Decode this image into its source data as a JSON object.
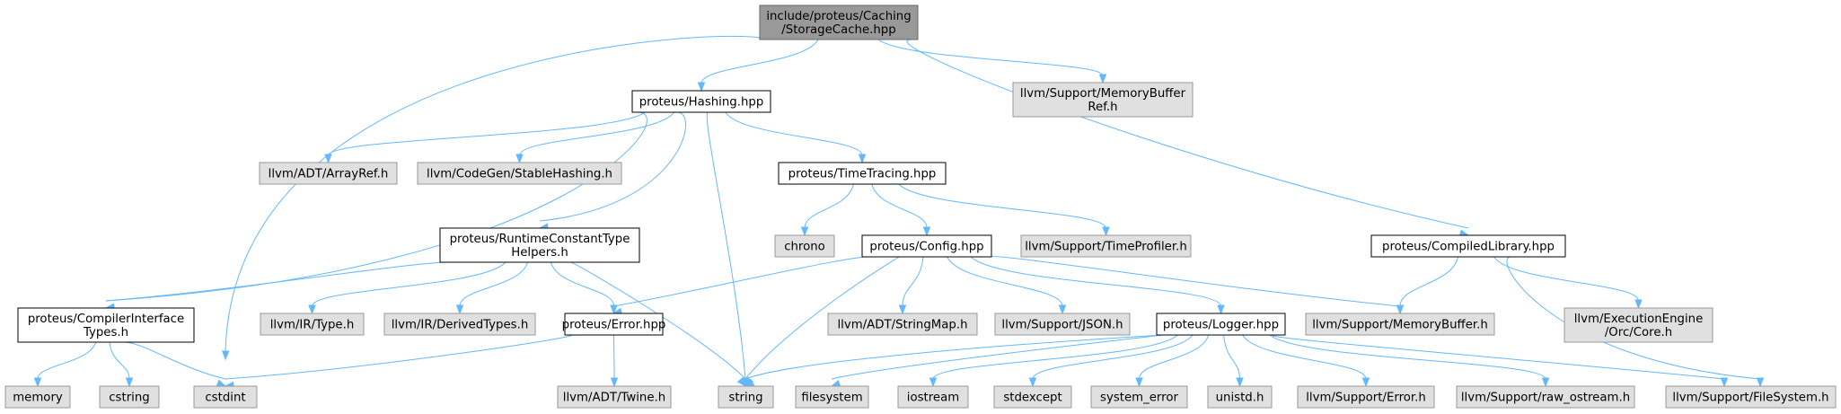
{
  "colors": {
    "root_fill": "#999999",
    "root_stroke": "#666666",
    "internal_fill": "#ffffff",
    "internal_stroke": "#000000",
    "external_fill": "#e0e0e0",
    "external_stroke": "#999999",
    "edge": "#63b8ff"
  },
  "nodes": [
    {
      "id": "storagecache",
      "kind": "root",
      "lines": [
        "include/proteus/Caching",
        "/StorageCache.hpp"
      ]
    },
    {
      "id": "hashing",
      "kind": "internal",
      "lines": [
        "proteus/Hashing.hpp"
      ]
    },
    {
      "id": "memorybufferref",
      "kind": "external",
      "lines": [
        "llvm/Support/MemoryBuffer",
        "Ref.h"
      ]
    },
    {
      "id": "arrayref",
      "kind": "external",
      "lines": [
        "llvm/ADT/ArrayRef.h"
      ]
    },
    {
      "id": "stablehashing",
      "kind": "external",
      "lines": [
        "llvm/CodeGen/StableHashing.h"
      ]
    },
    {
      "id": "timetracing",
      "kind": "internal",
      "lines": [
        "proteus/TimeTracing.hpp"
      ]
    },
    {
      "id": "chrono",
      "kind": "external",
      "lines": [
        "chrono"
      ]
    },
    {
      "id": "config",
      "kind": "internal",
      "lines": [
        "proteus/Config.hpp"
      ]
    },
    {
      "id": "timeprofiler",
      "kind": "external",
      "lines": [
        "llvm/Support/TimeProfiler.h"
      ]
    },
    {
      "id": "compiledlibrary",
      "kind": "internal",
      "lines": [
        "proteus/CompiledLibrary.hpp"
      ]
    },
    {
      "id": "runtimeconst",
      "kind": "internal",
      "lines": [
        "proteus/RuntimeConstantType",
        "Helpers.h"
      ]
    },
    {
      "id": "compilerinterface",
      "kind": "internal",
      "lines": [
        "proteus/CompilerInterface",
        "Types.h"
      ]
    },
    {
      "id": "irtype",
      "kind": "external",
      "lines": [
        "llvm/IR/Type.h"
      ]
    },
    {
      "id": "derivedtypes",
      "kind": "external",
      "lines": [
        "llvm/IR/DerivedTypes.h"
      ]
    },
    {
      "id": "error",
      "kind": "internal",
      "lines": [
        "proteus/Error.hpp"
      ]
    },
    {
      "id": "stringmap",
      "kind": "external",
      "lines": [
        "llvm/ADT/StringMap.h"
      ]
    },
    {
      "id": "json",
      "kind": "external",
      "lines": [
        "llvm/Support/JSON.h"
      ]
    },
    {
      "id": "logger",
      "kind": "internal",
      "lines": [
        "proteus/Logger.hpp"
      ]
    },
    {
      "id": "memorybuffer",
      "kind": "external",
      "lines": [
        "llvm/Support/MemoryBuffer.h"
      ]
    },
    {
      "id": "orccore",
      "kind": "external",
      "lines": [
        "llvm/ExecutionEngine",
        "/Orc/Core.h"
      ]
    },
    {
      "id": "memory",
      "kind": "external",
      "lines": [
        "memory"
      ]
    },
    {
      "id": "cstring",
      "kind": "external",
      "lines": [
        "cstring"
      ]
    },
    {
      "id": "cstdint",
      "kind": "external",
      "lines": [
        "cstdint"
      ]
    },
    {
      "id": "twine",
      "kind": "external",
      "lines": [
        "llvm/ADT/Twine.h"
      ]
    },
    {
      "id": "string",
      "kind": "external",
      "lines": [
        "string"
      ]
    },
    {
      "id": "filesystem",
      "kind": "external",
      "lines": [
        "filesystem"
      ]
    },
    {
      "id": "iostream",
      "kind": "external",
      "lines": [
        "iostream"
      ]
    },
    {
      "id": "stdexcept",
      "kind": "external",
      "lines": [
        "stdexcept"
      ]
    },
    {
      "id": "system_error",
      "kind": "external",
      "lines": [
        "system_error"
      ]
    },
    {
      "id": "unistd",
      "kind": "external",
      "lines": [
        "unistd.h"
      ]
    },
    {
      "id": "supporterror",
      "kind": "external",
      "lines": [
        "llvm/Support/Error.h"
      ]
    },
    {
      "id": "rawostream",
      "kind": "external",
      "lines": [
        "llvm/Support/raw_ostream.h"
      ]
    },
    {
      "id": "filesystemh",
      "kind": "external",
      "lines": [
        "llvm/Support/FileSystem.h"
      ]
    }
  ],
  "edges": [
    [
      "storagecache",
      "hashing"
    ],
    [
      "storagecache",
      "memorybufferref"
    ],
    [
      "storagecache",
      "cstdint"
    ],
    [
      "storagecache",
      "compiledlibrary"
    ],
    [
      "hashing",
      "arrayref"
    ],
    [
      "hashing",
      "stablehashing"
    ],
    [
      "hashing",
      "timetracing"
    ],
    [
      "hashing",
      "runtimeconst"
    ],
    [
      "hashing",
      "compilerinterface"
    ],
    [
      "hashing",
      "string"
    ],
    [
      "timetracing",
      "chrono"
    ],
    [
      "timetracing",
      "config"
    ],
    [
      "timetracing",
      "timeprofiler"
    ],
    [
      "compiledlibrary",
      "memorybuffer"
    ],
    [
      "compiledlibrary",
      "orccore"
    ],
    [
      "compiledlibrary",
      "filesystemh"
    ],
    [
      "runtimeconst",
      "compilerinterface"
    ],
    [
      "runtimeconst",
      "irtype"
    ],
    [
      "runtimeconst",
      "derivedtypes"
    ],
    [
      "runtimeconst",
      "error"
    ],
    [
      "runtimeconst",
      "string"
    ],
    [
      "config",
      "error"
    ],
    [
      "config",
      "string"
    ],
    [
      "config",
      "stringmap"
    ],
    [
      "config",
      "json"
    ],
    [
      "config",
      "logger"
    ],
    [
      "config",
      "memorybuffer"
    ],
    [
      "compilerinterface",
      "memory"
    ],
    [
      "compilerinterface",
      "cstring"
    ],
    [
      "compilerinterface",
      "cstdint"
    ],
    [
      "error",
      "cstdint"
    ],
    [
      "error",
      "twine"
    ],
    [
      "logger",
      "string"
    ],
    [
      "logger",
      "filesystem"
    ],
    [
      "logger",
      "iostream"
    ],
    [
      "logger",
      "stdexcept"
    ],
    [
      "logger",
      "system_error"
    ],
    [
      "logger",
      "unistd"
    ],
    [
      "logger",
      "supporterror"
    ],
    [
      "logger",
      "rawostream"
    ],
    [
      "logger",
      "filesystemh"
    ]
  ]
}
